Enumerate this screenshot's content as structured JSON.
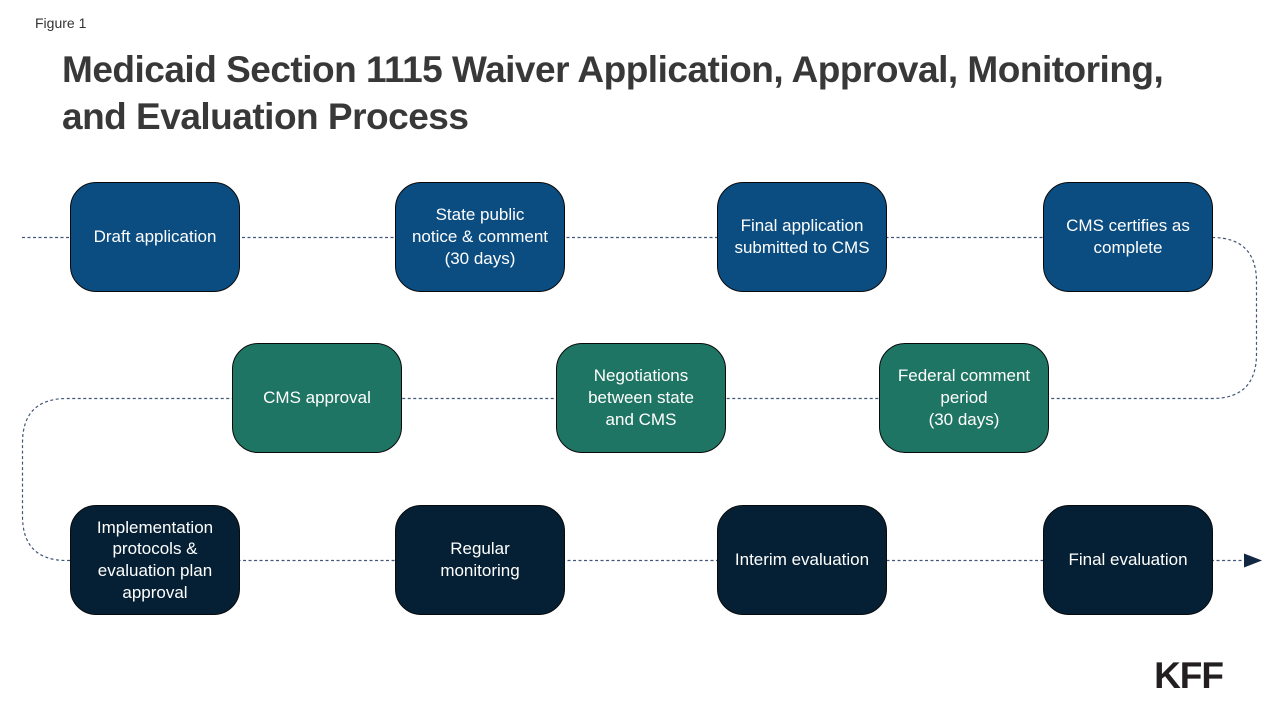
{
  "figure_label": "Figure 1",
  "title": "Medicaid Section 1115 Waiver Application, Approval, Monitoring, and Evaluation Process",
  "logo_text": "KFF",
  "colors": {
    "row1_blue": "#0b4d81",
    "row2_teal": "#1f7563",
    "row3_navy": "#052034",
    "connector_line": "#42567a",
    "arrowhead": "#122741",
    "title_text": "#383838",
    "box_border": "#0a0a0a"
  },
  "flow": {
    "rows": [
      {
        "name": "application-phase",
        "direction": "left-to-right",
        "boxes": [
          {
            "label": "Draft application"
          },
          {
            "label": "State public\nnotice & comment\n(30 days)"
          },
          {
            "label": "Final application\nsubmitted to CMS"
          },
          {
            "label": "CMS certifies as\ncomplete"
          }
        ]
      },
      {
        "name": "approval-phase",
        "direction": "right-to-left",
        "boxes": [
          {
            "label": "CMS approval"
          },
          {
            "label": "Negotiations\nbetween state\nand CMS"
          },
          {
            "label": "Federal comment\nperiod\n(30 days)"
          }
        ]
      },
      {
        "name": "monitoring-evaluation-phase",
        "direction": "left-to-right",
        "boxes": [
          {
            "label": "Implementation\nprotocols &\nevaluation plan\napproval"
          },
          {
            "label": "Regular\nmonitoring"
          },
          {
            "label": "Interim evaluation"
          },
          {
            "label": "Final evaluation"
          }
        ]
      }
    ]
  }
}
